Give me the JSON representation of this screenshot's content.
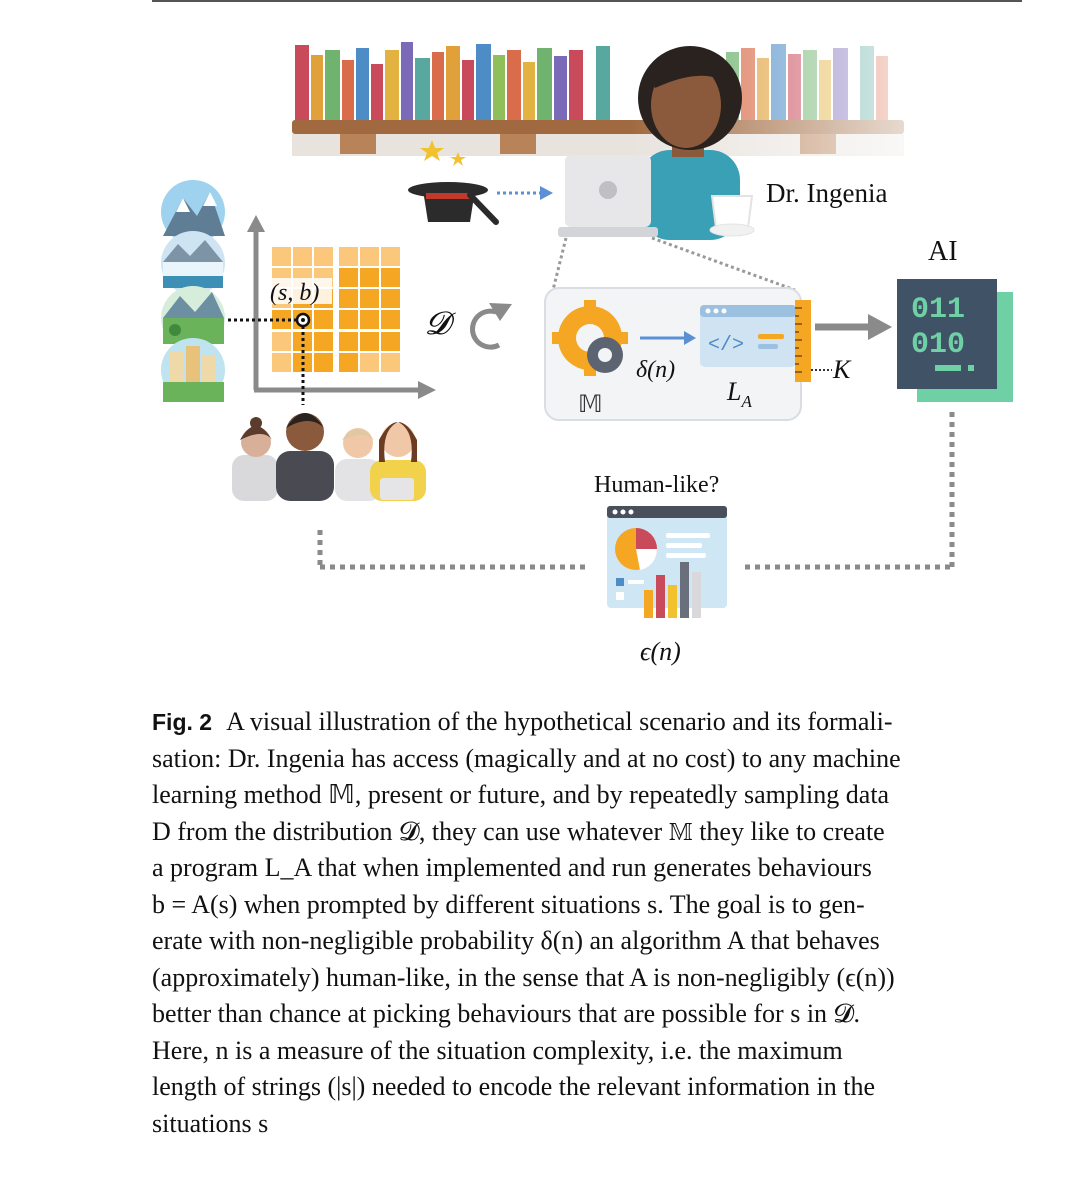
{
  "figure": {
    "label_person": "Dr. Ingenia",
    "label_ai": "AI",
    "binary_line1": "011",
    "binary_line2": "010",
    "code_symbol": "</>",
    "label_sb": "(s, b)",
    "label_distribution": "𝓓",
    "label_method": "𝕄",
    "label_delta": "δ(n)",
    "label_program": "L",
    "label_program_sub": "A",
    "label_k": "K",
    "label_humanlike": "Human-like?",
    "label_epsilon": "ϵ(n)",
    "colors": {
      "orange": "#f5a623",
      "ai_dark": "#3f5266",
      "ai_green": "#6fcfa5",
      "arrow_gray": "#8a8a8a",
      "arrow_blue": "#5b8fd6",
      "skin": "#8b5a3c"
    }
  },
  "caption": {
    "label": "Fig. 2",
    "lines": [
      "A visual illustration of the hypothetical scenario and its formali-",
      "sation: Dr. Ingenia has access (magically and at no cost) to any machine",
      "learning method 𝕄, present or future, and by repeatedly sampling data",
      "D from the distribution 𝓓, they can use whatever 𝕄 they like to create",
      "a program L_A that when implemented and run generates behaviours",
      "b = A(s) when prompted by different situations s. The goal is to gen-",
      "erate with non-negligible probability δ(n) an algorithm A that behaves",
      "(approximately) human-like, in the sense that A is non-negligibly (ϵ(n))",
      "better than chance at picking behaviours that are possible for s in 𝓓.",
      "Here, n is a measure of the situation complexity, i.e. the maximum",
      "length of strings (|s|) needed to encode the relevant information in the",
      "situations s"
    ]
  }
}
